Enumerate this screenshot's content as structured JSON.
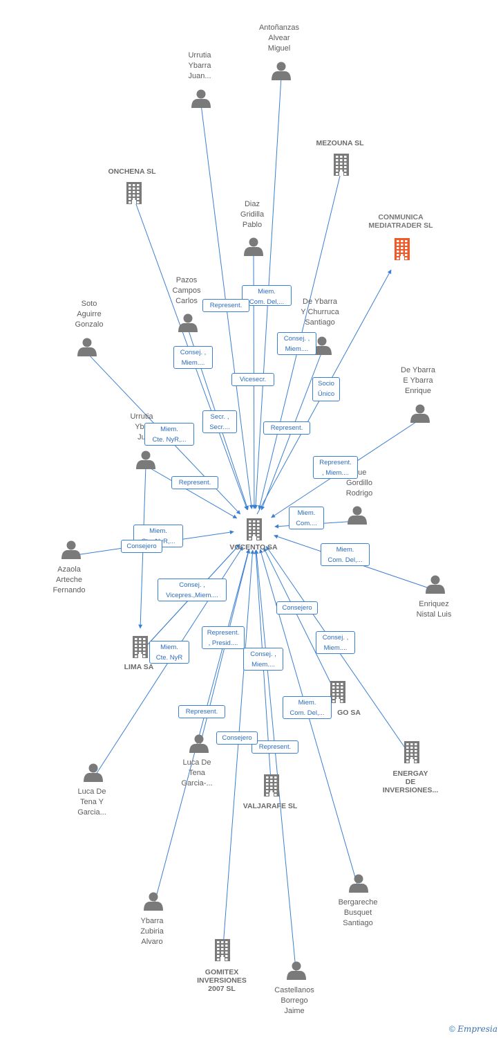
{
  "colors": {
    "edge": "#3a7fd0",
    "node": "#7a7a7a",
    "highlight": "#f05a28"
  },
  "nodes": [
    {
      "id": "vocento",
      "type": "company",
      "label": "VOCENTO SA",
      "icon": "building-icon"
    },
    {
      "id": "conmunica",
      "type": "company",
      "label": "CONMUNICA\nMEDIATRADER SL",
      "icon": "building-icon",
      "highlight": true
    },
    {
      "id": "antonanzas",
      "type": "person",
      "label": "Antoñanzas\nAlvear\nMiguel",
      "icon": "person-icon"
    },
    {
      "id": "urrutia1",
      "type": "person",
      "label": "Urrutia\nYbarra\nJuan...",
      "icon": "person-icon"
    },
    {
      "id": "mezouna",
      "type": "company",
      "label": "MEZOUNA SL",
      "icon": "building-icon"
    },
    {
      "id": "onchena",
      "type": "company",
      "label": "ONCHENA SL",
      "icon": "building-icon"
    },
    {
      "id": "diaz",
      "type": "person",
      "label": "Diaz\nGridilla\nPablo",
      "icon": "person-icon"
    },
    {
      "id": "pazos",
      "type": "person",
      "label": "Pazos\nCampos\nCarlos",
      "icon": "person-icon"
    },
    {
      "id": "deybarra_ch",
      "type": "person",
      "label": "De Ybarra\nY Churruca\nSantiago",
      "icon": "person-icon"
    },
    {
      "id": "soto",
      "type": "person",
      "label": "Soto\nAguirre\nGonzalo",
      "icon": "person-icon"
    },
    {
      "id": "deybarra_e",
      "type": "person",
      "label": "De Ybarra\nE Ybarra\nEnrique",
      "icon": "person-icon"
    },
    {
      "id": "urrutia2",
      "type": "person",
      "label": "Urrutia\nYba\nJu",
      "icon": "person-icon"
    },
    {
      "id": "enrique_g",
      "type": "person",
      "label": "ique\nGordillo\nRodrigo",
      "icon": "person-icon"
    },
    {
      "id": "azaola",
      "type": "person",
      "label": "Azaola\nArteche\nFernando",
      "icon": "person-icon"
    },
    {
      "id": "enriquez",
      "type": "person",
      "label": "Enriquez\nNistal Luis",
      "icon": "person-icon"
    },
    {
      "id": "lima",
      "type": "company",
      "label": "LIMA SA",
      "icon": "building-icon"
    },
    {
      "id": "go",
      "type": "company",
      "label": "GO SA",
      "icon": "building-icon"
    },
    {
      "id": "energay",
      "type": "company",
      "label": "ENERGAY\nDE\nINVERSIONES...",
      "icon": "building-icon"
    },
    {
      "id": "lucadetena_g",
      "type": "person",
      "label": "Luca De\nTena\nGarcia-...",
      "icon": "person-icon"
    },
    {
      "id": "lucadetena_y",
      "type": "person",
      "label": "Luca De\nTena Y\nGarcia...",
      "icon": "person-icon"
    },
    {
      "id": "valjarafe",
      "type": "company",
      "label": "VALJARAFE SL",
      "icon": "building-icon"
    },
    {
      "id": "ybarra_z",
      "type": "person",
      "label": "Ybarra\nZubiria\nAlvaro",
      "icon": "person-icon"
    },
    {
      "id": "bergareche",
      "type": "person",
      "label": "Bergareche\nBusquet\nSantiago",
      "icon": "person-icon"
    },
    {
      "id": "gomitex",
      "type": "company",
      "label": "GOMITEX\nINVERSIONES\n2007 SL",
      "icon": "building-icon"
    },
    {
      "id": "castellanos",
      "type": "person",
      "label": "Castellanos\nBorrego\nJaime",
      "icon": "person-icon"
    }
  ],
  "edges": [
    {
      "from": "antonanzas",
      "to": "vocento",
      "label": "Miem.\nCom. Del,..."
    },
    {
      "from": "urrutia1",
      "to": "vocento",
      "label": "Represent."
    },
    {
      "from": "mezouna",
      "to": "vocento",
      "label": "Consej. ,\nMiem...."
    },
    {
      "from": "onchena",
      "to": "vocento",
      "label": "Consej. ,\nMiem...."
    },
    {
      "from": "diaz",
      "to": "vocento",
      "label": "Vicesecr."
    },
    {
      "from": "pazos",
      "to": "vocento",
      "label": "Secr. ,\nSecr...."
    },
    {
      "from": "deybarra_ch",
      "to": "vocento",
      "label": "Represent."
    },
    {
      "from": "vocento",
      "to": "conmunica",
      "label": "Socio\nÚnico"
    },
    {
      "from": "soto",
      "to": "vocento",
      "label": "Miem.\nCte. NyR,..."
    },
    {
      "from": "deybarra_e",
      "to": "vocento",
      "label": "Represent.\n, Miem...."
    },
    {
      "from": "urrutia2",
      "to": "vocento",
      "label": "Represent."
    },
    {
      "from": "enrique_g",
      "to": "vocento",
      "label": "Miem.\nCom...."
    },
    {
      "from": "azaola",
      "to": "vocento",
      "label": "Miem.\nCte. NyR,..."
    },
    {
      "from": "urrutia2",
      "to": "lima",
      "label": "Consejero"
    },
    {
      "from": "enriquez",
      "to": "vocento",
      "label": "Miem.\nCom. Del,..."
    },
    {
      "from": "lima",
      "to": "vocento",
      "label": "Consej. ,\nVicepres.,Miem...."
    },
    {
      "from": "lima",
      "to": "vocento",
      "label": "Miem.\nCte. NyR"
    },
    {
      "from": "lucadetena_g",
      "to": "vocento",
      "label": "Represent.\n, Presid...."
    },
    {
      "from": "go",
      "to": "vocento",
      "label": "Consejero"
    },
    {
      "from": "energay",
      "to": "vocento",
      "label": "Consej. ,\nMiem...."
    },
    {
      "from": "valjarafe",
      "to": "vocento",
      "label": "Consej. ,\nMiem...."
    },
    {
      "from": "lucadetena_y",
      "to": "vocento",
      "label": "Represent."
    },
    {
      "from": "bergareche",
      "to": "vocento",
      "label": "Miem.\nCom. Del,..."
    },
    {
      "from": "ybarra_z",
      "to": "vocento",
      "label": "Consejero"
    },
    {
      "from": "castellanos",
      "to": "vocento",
      "label": "Represent."
    },
    {
      "from": "gomitex",
      "to": "vocento",
      "label": ""
    }
  ],
  "footer": {
    "copyright": "©",
    "brand": "Empresia"
  }
}
